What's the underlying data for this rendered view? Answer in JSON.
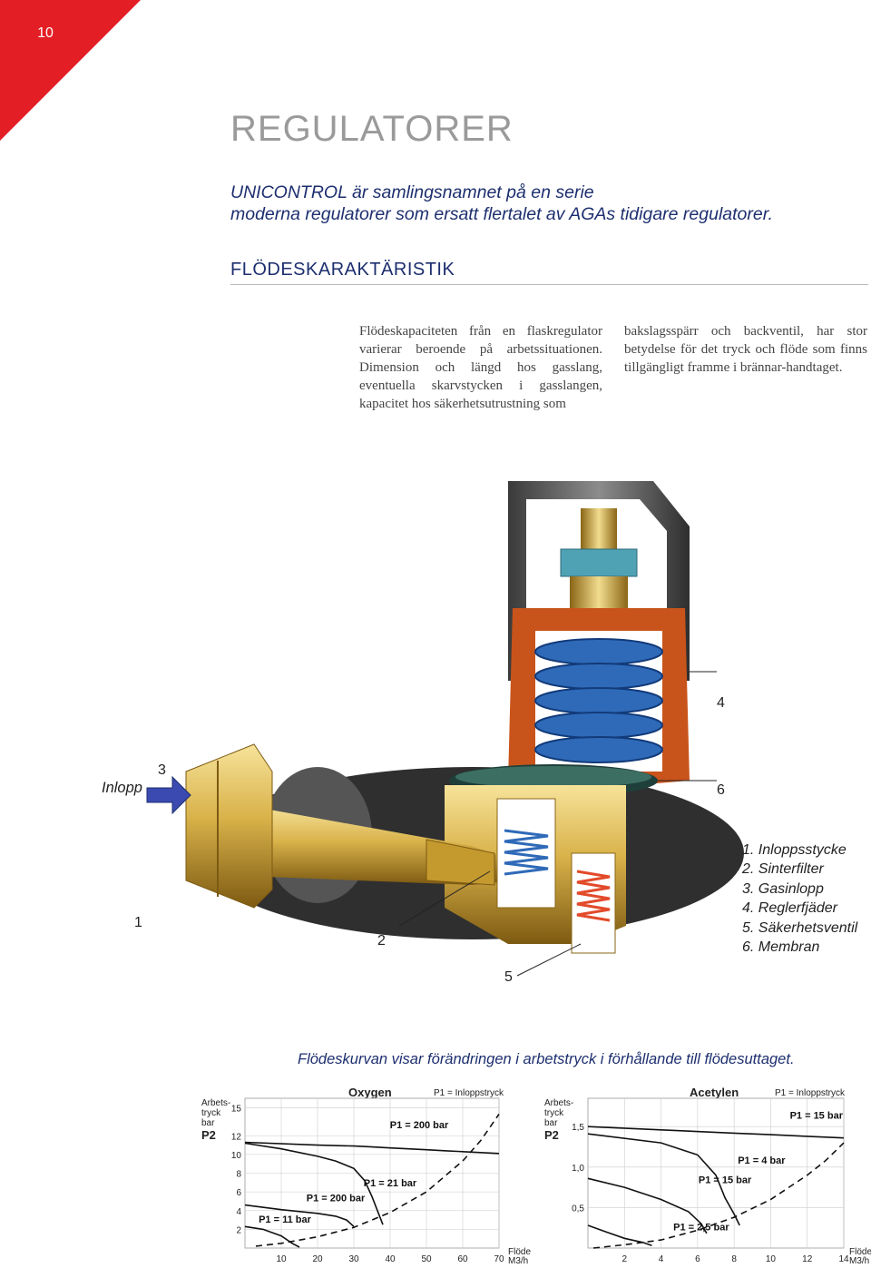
{
  "page": {
    "number": "10",
    "title": "REGULATORER",
    "lead_lines": [
      "UNICONTROL är samlingsnamnet på en serie",
      "moderna regulatorer som ersatt flertalet av AGAs tidigare regulatorer."
    ],
    "section_title": "FLÖDESKARAKTÄRISTIK",
    "col1_text": "Flödeskapaciteten från en flaskregulator varierar beroende på arbetssituationen. Dimension och längd hos gasslang, eventuella skarvstycken i gasslangen, kapacitet hos säkerhetsutrustning som",
    "col2_text": "bakslagsspärr och backventil, har stor betydelse för det tryck och flöde som finns tillgängligt framme i brännar-handtaget.",
    "accent_red": "#e31e24",
    "accent_blue": "#1d2f6f"
  },
  "illustration": {
    "inlet_label": "Inlopp",
    "callouts": [
      "1",
      "2",
      "3",
      "4",
      "5",
      "6"
    ],
    "legend": [
      "1. Inloppsstycke",
      "2. Sinterfilter",
      "3. Gasinlopp",
      "4. Reglerfjäder",
      "5. Säkerhetsventil",
      "6. Membran"
    ]
  },
  "caption": "Flödeskurvan visar förändringen i arbetstryck i förhållande till flödesuttaget.",
  "chart_data": [
    {
      "type": "line",
      "title": "Oxygen",
      "note": "P1 = Inloppstryck",
      "ylabel_lines": [
        "Arbets-",
        "tryck",
        "bar",
        "P2"
      ],
      "xlabel_lines": [
        "Flöde",
        "M3/h"
      ],
      "y_ticks": [
        "15",
        "12",
        "10",
        "8",
        "6",
        "4",
        "2"
      ],
      "x_ticks": [
        "10",
        "20",
        "30",
        "40",
        "50",
        "60",
        "70"
      ],
      "xlim": [
        0,
        70
      ],
      "ylim": [
        0,
        16
      ],
      "series": [
        {
          "name": "P1 = 200 bar",
          "x": [
            0,
            20,
            30,
            35,
            40,
            45,
            50,
            55,
            60,
            65,
            70
          ],
          "y": [
            11.3,
            11,
            10.9,
            10.8,
            10.7,
            10.6,
            10.5,
            10.4,
            10.3,
            10.2,
            10.1
          ]
        },
        {
          "name": "P1 = 21 bar",
          "x": [
            0,
            10,
            20,
            25,
            30,
            33,
            35,
            37,
            38
          ],
          "y": [
            11.2,
            10.6,
            9.8,
            9.3,
            8.5,
            7.2,
            5.5,
            3.5,
            2.5
          ]
        },
        {
          "name": "P1 = 200 bar",
          "x": [
            0,
            10,
            20,
            25,
            28,
            30
          ],
          "y": [
            4.6,
            4.1,
            3.7,
            3.4,
            3,
            2.3
          ]
        },
        {
          "name": "P1 = 11 bar",
          "x": [
            0,
            5,
            10,
            13,
            15
          ],
          "y": [
            2.3,
            2,
            1.3,
            0.5,
            0.1
          ]
        },
        {
          "name": "dashed",
          "x": [
            3,
            10,
            20,
            30,
            40,
            50,
            60,
            65,
            70
          ],
          "y": [
            0.2,
            0.5,
            1.2,
            2.2,
            3.8,
            6,
            9.3,
            11.5,
            14.3
          ]
        }
      ]
    },
    {
      "type": "line",
      "title": "Acetylen",
      "note": "P1 = Inloppstryck",
      "ylabel_lines": [
        "Arbets-",
        "tryck",
        "bar",
        "P2"
      ],
      "xlabel_lines": [
        "Flöde",
        "M3/h"
      ],
      "y_ticks": [
        "1,5",
        "1,0",
        "0,5"
      ],
      "x_ticks": [
        "2",
        "4",
        "6",
        "8",
        "10",
        "12",
        "14"
      ],
      "xlim": [
        0,
        14
      ],
      "ylim": [
        0,
        1.85
      ],
      "series": [
        {
          "name": "P1 = 15 bar",
          "x": [
            0,
            4,
            8,
            10,
            12,
            14
          ],
          "y": [
            1.5,
            1.46,
            1.42,
            1.4,
            1.38,
            1.36
          ]
        },
        {
          "name": "P1 = 4 bar",
          "x": [
            0,
            4,
            6,
            7,
            7.5,
            8,
            8.3
          ],
          "y": [
            1.41,
            1.3,
            1.15,
            0.9,
            0.62,
            0.42,
            0.28
          ]
        },
        {
          "name": "P1 = 15 bar",
          "x": [
            0,
            2,
            4,
            5.5,
            6.2,
            6.5
          ],
          "y": [
            0.86,
            0.75,
            0.6,
            0.45,
            0.3,
            0.18
          ]
        },
        {
          "name": "P1 = 2,5 bar",
          "x": [
            0,
            1,
            2,
            3,
            3.5
          ],
          "y": [
            0.28,
            0.2,
            0.12,
            0.07,
            0.03
          ]
        },
        {
          "name": "dashed",
          "x": [
            0.3,
            2,
            4,
            6,
            8,
            10,
            12,
            13,
            14
          ],
          "y": [
            0,
            0.04,
            0.1,
            0.22,
            0.38,
            0.6,
            0.9,
            1.08,
            1.3
          ]
        }
      ]
    }
  ]
}
